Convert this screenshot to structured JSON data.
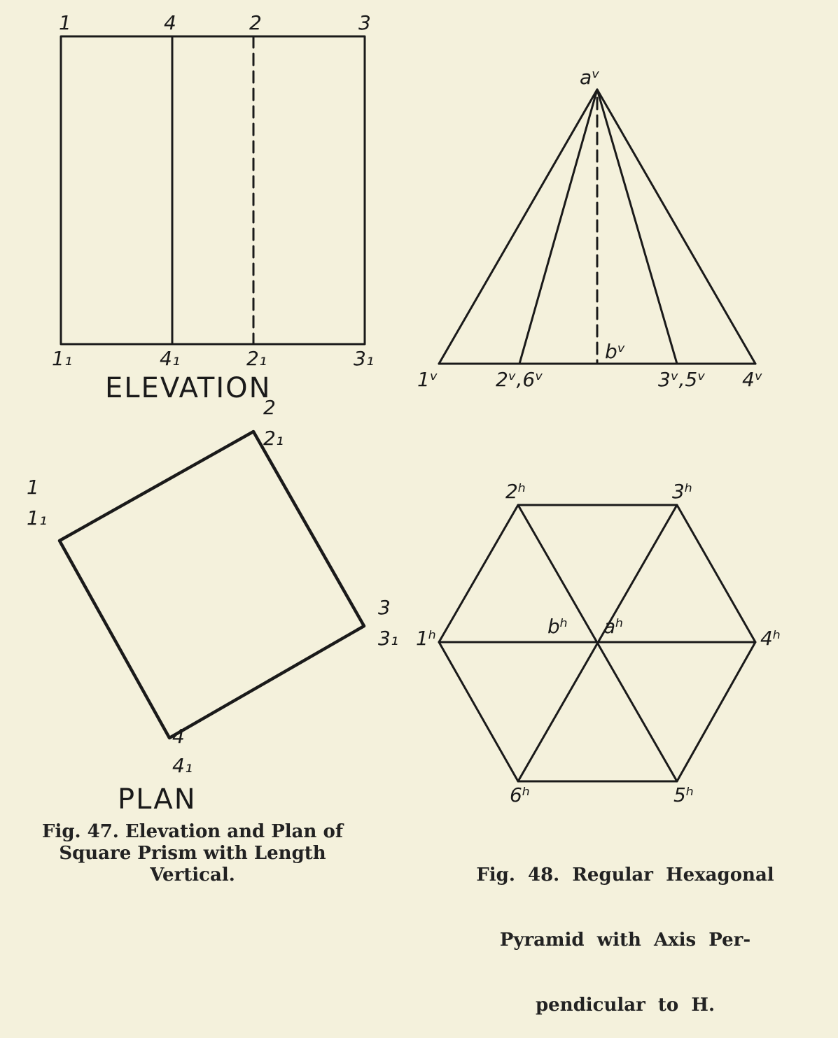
{
  "fig47": {
    "elevation_title": "ELEVATION",
    "plan_title": "PLAN",
    "elevation_top_labels": [
      "1",
      "4",
      "2",
      "3"
    ],
    "elevation_bottom_labels": [
      "1₁",
      "4₁",
      "2₁",
      "3₁"
    ],
    "plan_labels": {
      "p1": "1",
      "p1s": "1₁",
      "p2": "2",
      "p2s": "2₁",
      "p3": "3",
      "p3s": "3₁",
      "p4": "4",
      "p4s": "4₁"
    },
    "caption": [
      "Fig. 47.  Elevation and Plan of",
      "Square Prism with Length",
      "Vertical."
    ]
  },
  "fig48": {
    "elevation_labels": {
      "apex": "aᵛ",
      "v1": "1ᵛ",
      "v26": "2ᵛ,6ᵛ",
      "b": "bᵛ",
      "v35": "3ᵛ,5ᵛ",
      "v4": "4ᵛ"
    },
    "plan_labels": {
      "h1": "1ʰ",
      "h2": "2ʰ",
      "h3": "3ʰ",
      "h4": "4ʰ",
      "h5": "5ʰ",
      "h6": "6ʰ",
      "b": "bʰ",
      "a": "aʰ"
    },
    "caption": [
      "Fig.  48.  Regular  Hexagonal",
      "Pyramid  with  Axis  Per-",
      "pendicular  to  H."
    ]
  }
}
